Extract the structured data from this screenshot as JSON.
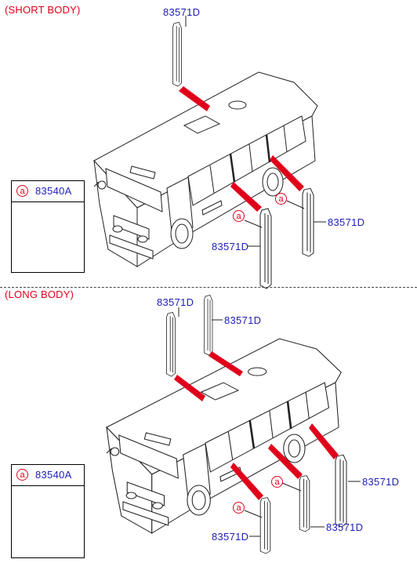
{
  "sections": [
    {
      "title": "(SHORT BODY)",
      "legend": {
        "marker": "a",
        "part_no": "83540A"
      },
      "callouts": [
        {
          "text": "83571D"
        },
        {
          "text": "83571D"
        },
        {
          "text": "83571D"
        }
      ],
      "markers": [
        "a",
        "a"
      ]
    },
    {
      "title": "(LONG BODY)",
      "legend": {
        "marker": "a",
        "part_no": "83540A"
      },
      "callouts": [
        {
          "text": "83571D"
        },
        {
          "text": "83571D"
        },
        {
          "text": "83571D"
        },
        {
          "text": "83571D"
        },
        {
          "text": "83571D"
        }
      ],
      "markers": [
        "a",
        "a"
      ]
    }
  ],
  "colors": {
    "title": "#e0001b",
    "part_number": "#1d1db8",
    "leader_band": "#e0001b",
    "line_art": "#222222"
  }
}
